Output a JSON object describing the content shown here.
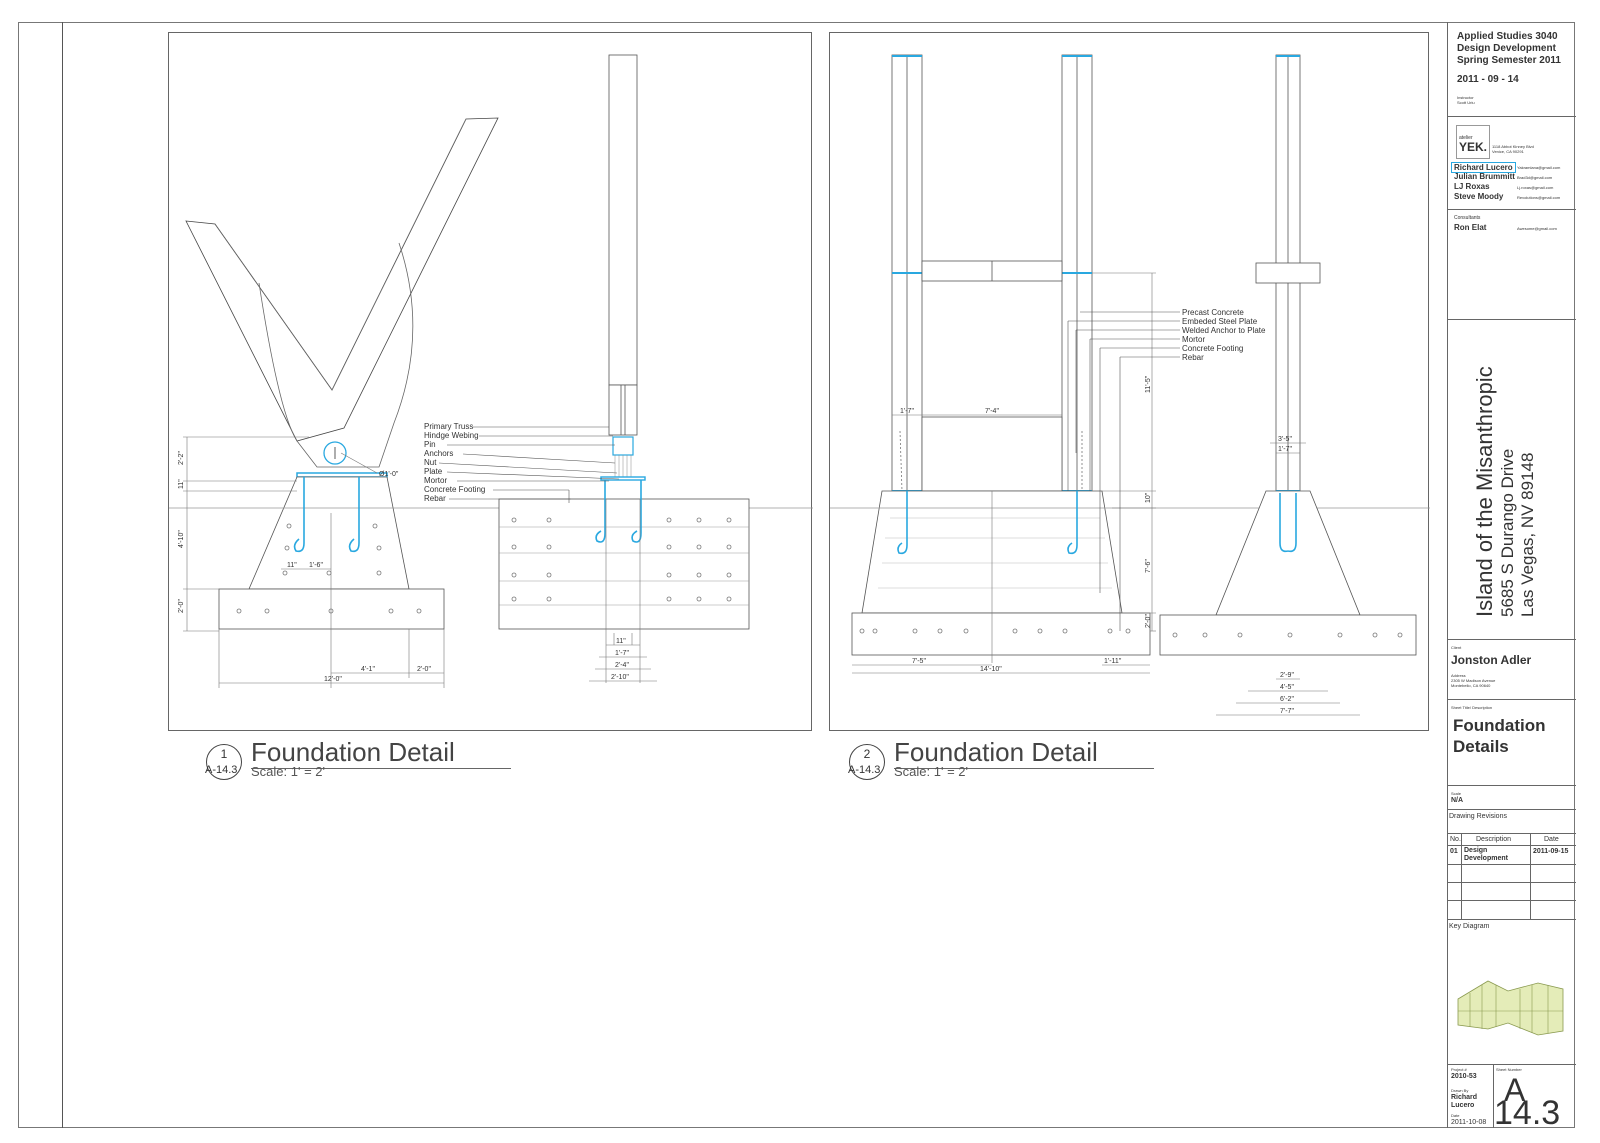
{
  "course": {
    "line1": "Applied Studies 3040",
    "line2": "Design Development",
    "line3": "Spring Semester 2011",
    "date": "2011 - 09 - 14",
    "instructor_label": "Instructor",
    "instructor": "Scott Uriu"
  },
  "firm": {
    "logo_small": "atelier",
    "logo_big": "YEK.",
    "address1": "1118 Abbot Kinney Blvd",
    "address2": "Venice, CA 90291"
  },
  "team": [
    {
      "name": "Richard Lucero",
      "email": "Yakramlana@gmail.com"
    },
    {
      "name": "Julian Brummitt",
      "email": "Brad3d@gmail.com"
    },
    {
      "name": "LJ Roxas",
      "email": "Lj.roxas@gmail.com"
    },
    {
      "name": "Steve Moody",
      "email": "Revolutions@gmail.com"
    }
  ],
  "consultants": {
    "label": "Consultants",
    "name": "Ron Elat",
    "email": "Awesome@gmail.com"
  },
  "project": {
    "name": "Island of the Misanthropic",
    "street": "5685 S Durango Drive",
    "city": "Las Vegas, NV 89148"
  },
  "client": {
    "label": "Client",
    "name": "Jonston Adler",
    "address_label": "Address",
    "address1": "2305 W Madison Avenue",
    "address2": "Montebello, CA 90640"
  },
  "sheet_title": {
    "label": "Sheet Title/ Description",
    "line1": "Foundation",
    "line2": "Details"
  },
  "scale_block": {
    "label": "Scale",
    "value": "N/A"
  },
  "revisions": {
    "label": "Drawing Revisions",
    "headers": [
      "No.",
      "Description",
      "Date"
    ],
    "rows": [
      {
        "no": "01",
        "desc1": "Design",
        "desc2": "Development",
        "date": "2011-09-15"
      }
    ]
  },
  "key_diagram_label": "Key Diagram",
  "project_no": {
    "label": "Project #",
    "value": "2010-53"
  },
  "drawn_by": {
    "label": "Drawn By",
    "line1": "Richard",
    "line2": "Lucero"
  },
  "date_block": {
    "label": "Date",
    "value": "2011-10-08"
  },
  "sheet_number": {
    "label": "Sheet Number",
    "letter": "A",
    "number": "14.3"
  },
  "detail1": {
    "num": "1",
    "sheet": "A-14.3",
    "title": "Foundation Detail",
    "scale": "Scale: 1' = 2'",
    "callouts": [
      "Primary Truss",
      "Hindge Webing",
      "Pin",
      "Anchors",
      "Nut",
      "Plate",
      "Mortor",
      "Concrete Footing",
      "Rebar"
    ],
    "dims": {
      "d22": "2'-2\"",
      "d11": "11\"",
      "d410": "4'-10\"",
      "d20": "2'-0\"",
      "pin": "Ø1'-0\"",
      "d11b": "11\"",
      "d16": "1'-6\"",
      "d41": "4'-1\"",
      "d20b": "2'-0\"",
      "d120": "12'-0\"",
      "s11": "11\"",
      "s17": "1'-7\"",
      "s24": "2'-4\"",
      "s210": "2'-10\""
    }
  },
  "detail2": {
    "num": "2",
    "sheet": "A-14.3",
    "title": "Foundation Detail",
    "scale": "Scale: 1' = 2'",
    "callouts": [
      "Precast Concrete",
      "Embeded Steel Plate",
      "Welded Anchor to Plate",
      "Mortor",
      "Concrete Footing",
      "Rebar"
    ],
    "dims": {
      "d17": "1'-7\"",
      "d74": "7'-4\"",
      "d115": "11'-5\"",
      "d10": "10\"",
      "d76": "7'-6\"",
      "d20": "2'-0\"",
      "d75": "7'-5\"",
      "d1410": "14'-10\"",
      "d111": "1'-11\"",
      "r35": "3'-5\"",
      "r17": "1'-7\"",
      "r29": "2'-9\"",
      "r45": "4'-5\"",
      "r62": "6'-2\"",
      "r77": "7'-7\""
    }
  }
}
